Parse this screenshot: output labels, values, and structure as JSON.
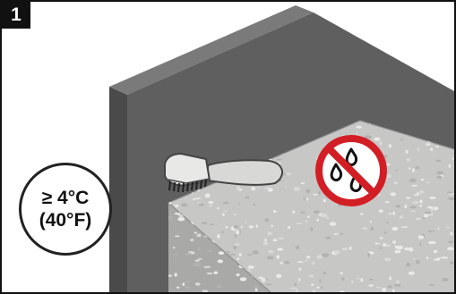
{
  "step": {
    "number": "1"
  },
  "temperature": {
    "line1": "≥ 4°C",
    "line2": "(40°F)"
  },
  "icons": {
    "scraper": "scraper-tool-icon",
    "no_moisture": "no-water-drops-icon"
  },
  "colors": {
    "wall": "#5f5f60",
    "wall_edge": "#4a4a4b",
    "slab": "#c7c7c6",
    "slab_front": "#a9a9a8",
    "prohibition": "#d21f26",
    "border": "#111111"
  }
}
